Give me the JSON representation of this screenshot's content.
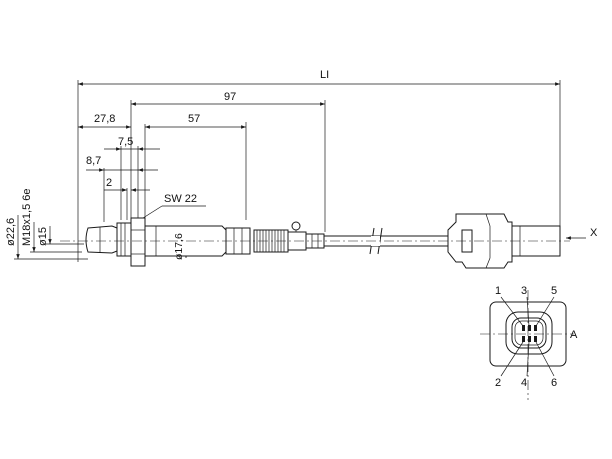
{
  "dimensions": {
    "total_length": "LI",
    "d97": "97",
    "d27_8": "27,8",
    "d57": "57",
    "d7_5": "7,5",
    "d8_7": "8,7",
    "d2": "2",
    "wrench_size": "SW 22",
    "dia22_6": "ø22,6",
    "thread": "M18x1,5 6e",
    "dia15": "ø15",
    "dia17_6": "ø17,6",
    "view_x": "X"
  },
  "connector": {
    "view_label": "A",
    "pins": [
      "1",
      "2",
      "3",
      "4",
      "5",
      "6"
    ]
  }
}
